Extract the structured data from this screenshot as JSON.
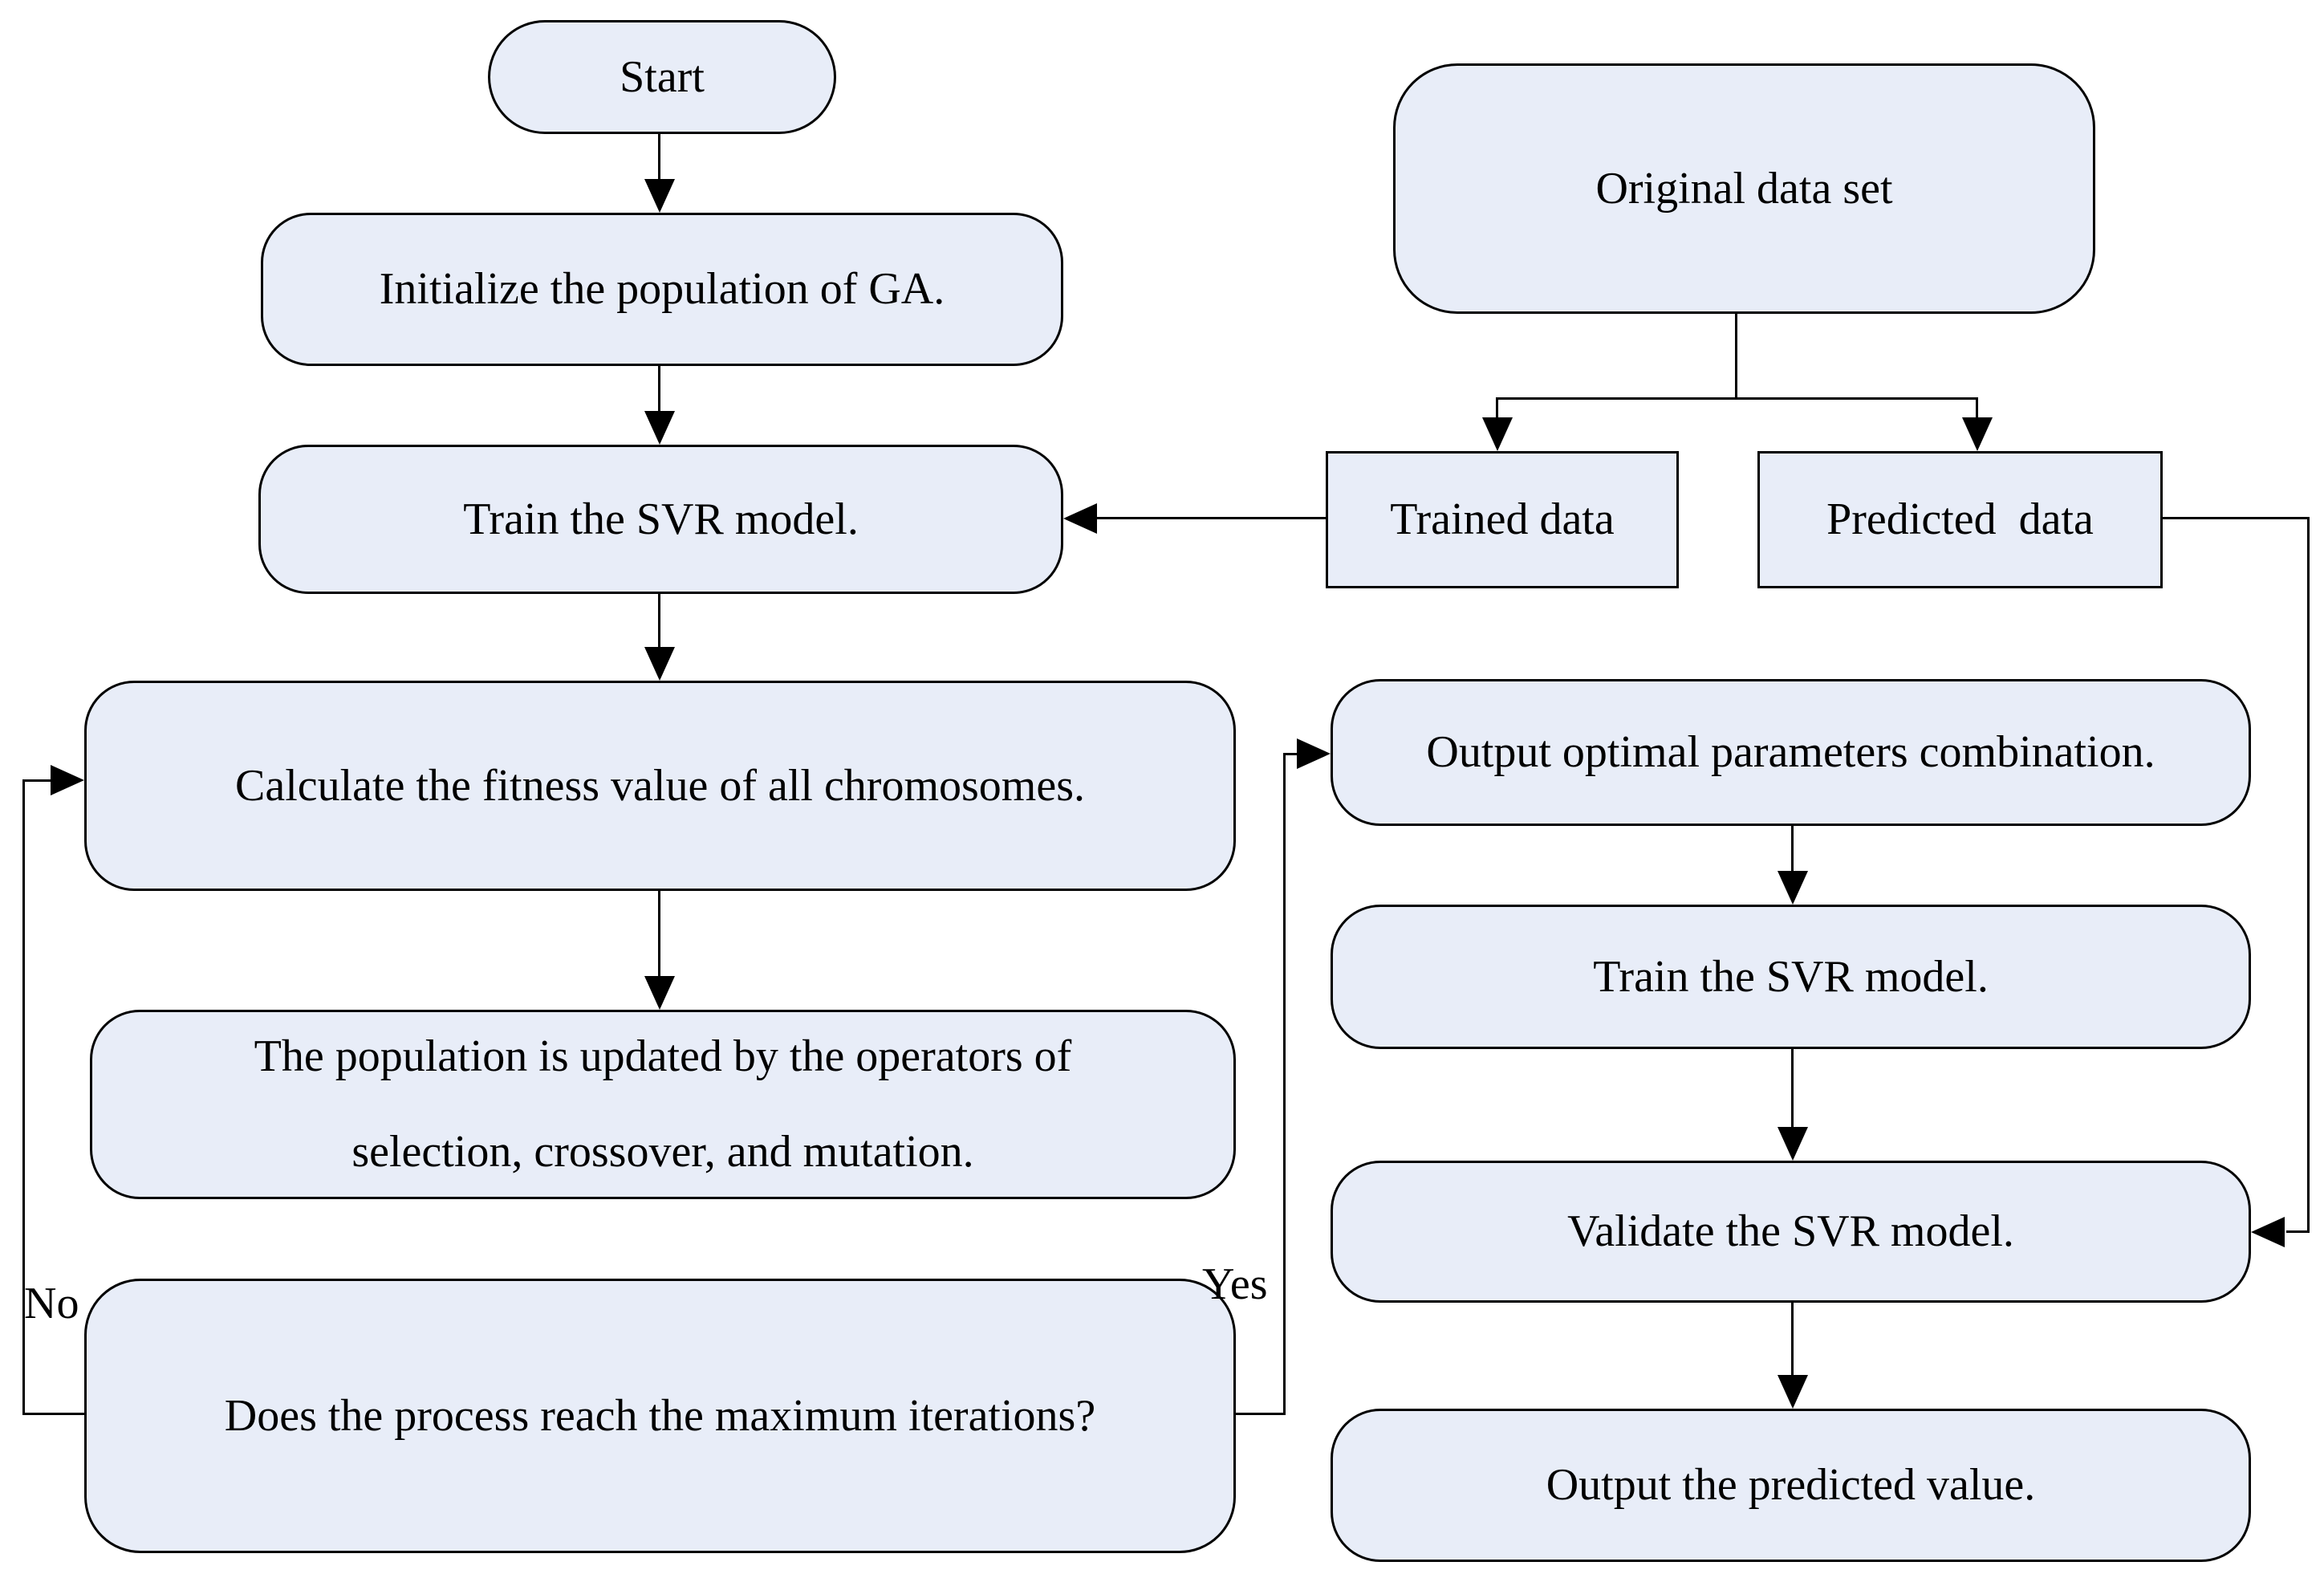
{
  "colors": {
    "background": "#FFFFFF",
    "box_fill": "#E8EDF8",
    "box_border": "#000000",
    "connector": "#000000",
    "text": "#000000"
  },
  "nodes": {
    "start": {
      "label": "Start"
    },
    "initialize": {
      "label": "Initialize the population of GA."
    },
    "train_svr_left": {
      "label": "Train the SVR model."
    },
    "calculate_fitness": {
      "label": "Calculate the fitness value of all chromosomes."
    },
    "update_population": {
      "line1": "The population is updated by the operators of",
      "line2": "selection, crossover, and mutation."
    },
    "decision": {
      "label": "Does the process reach the maximum iterations?"
    },
    "original_data": {
      "label": "Original data set"
    },
    "trained_data": {
      "label": "Trained data"
    },
    "predicted_data": {
      "label": "Predicted  data"
    },
    "output_optimal": {
      "label": "Output optimal parameters combination."
    },
    "train_svr_right": {
      "label": "Train the SVR model."
    },
    "validate_svr": {
      "label": "Validate the SVR model."
    },
    "output_predicted": {
      "label": "Output the predicted value."
    }
  },
  "edge_labels": {
    "no": "No",
    "yes": "Yes"
  },
  "edges": [
    {
      "from": "start",
      "to": "initialize",
      "label": ""
    },
    {
      "from": "initialize",
      "to": "train_svr_left",
      "label": ""
    },
    {
      "from": "train_svr_left",
      "to": "calculate_fitness",
      "label": ""
    },
    {
      "from": "calculate_fitness",
      "to": "update_population",
      "label": ""
    },
    {
      "from": "decision",
      "to": "calculate_fitness",
      "label": "No"
    },
    {
      "from": "decision",
      "to": "output_optimal",
      "label": "Yes"
    },
    {
      "from": "original_data",
      "to": "trained_data",
      "label": ""
    },
    {
      "from": "original_data",
      "to": "predicted_data",
      "label": ""
    },
    {
      "from": "trained_data",
      "to": "train_svr_left",
      "label": ""
    },
    {
      "from": "predicted_data",
      "to": "validate_svr",
      "label": ""
    },
    {
      "from": "output_optimal",
      "to": "train_svr_right",
      "label": ""
    },
    {
      "from": "train_svr_right",
      "to": "validate_svr",
      "label": ""
    },
    {
      "from": "validate_svr",
      "to": "output_predicted",
      "label": ""
    }
  ]
}
